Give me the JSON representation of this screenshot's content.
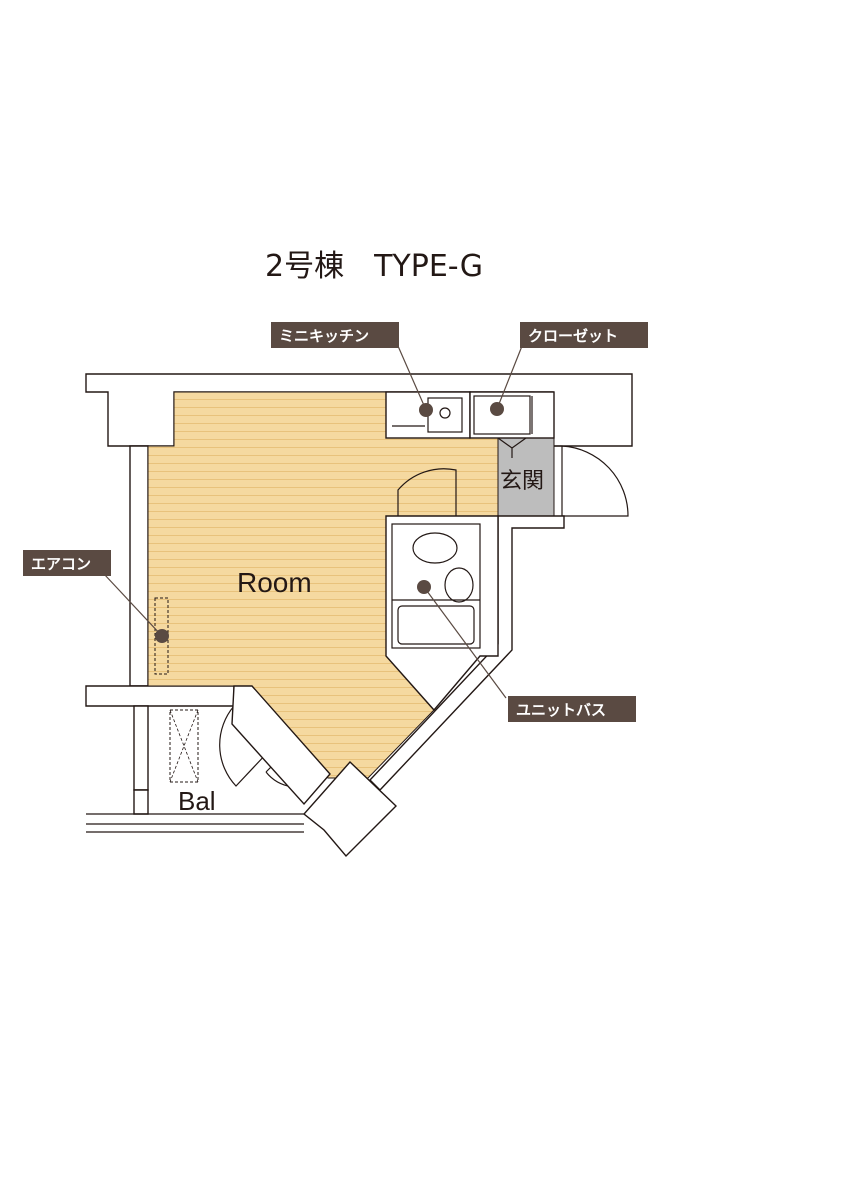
{
  "title": "2号棟　TYPE-G",
  "rooms": {
    "room_label": "Room",
    "genkan_label": "玄関",
    "balcony_label": "Bal"
  },
  "callouts": {
    "kitchen": "ミニキッチン",
    "closet": "クローゼット",
    "aircon": "エアコン",
    "unit_bath": "ユニットバス"
  },
  "colors": {
    "floor": "#f5d9a0",
    "floor_lines": "#e8c27c",
    "genkan": "#bdbdbd",
    "callout": "#5a4a42",
    "ink": "#231815"
  }
}
